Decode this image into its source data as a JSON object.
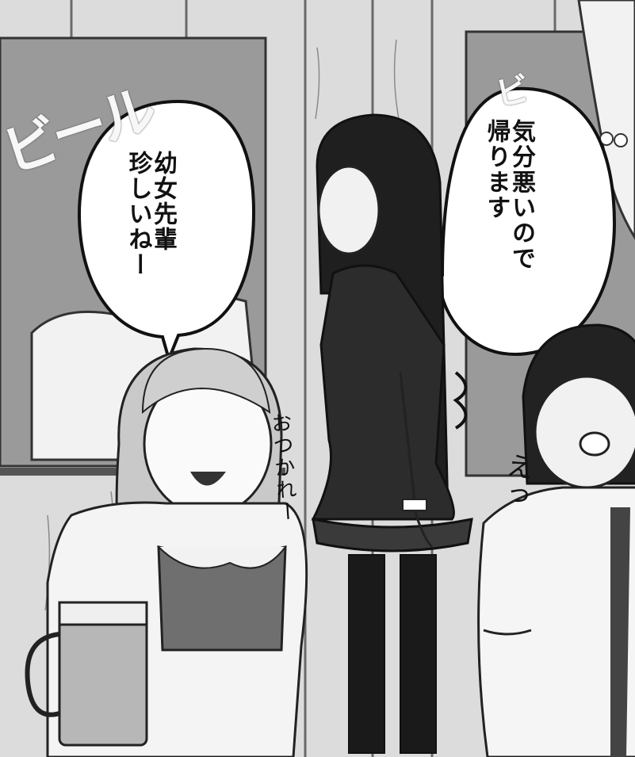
{
  "panel": {
    "speech": {
      "bubble_left": "幼女先輩\n珍しいねー",
      "bubble_right": "気分悪いので\n帰ります"
    },
    "sfx": {
      "otsukare": "おつかれー",
      "e": "えっ"
    },
    "poster": {
      "left_text": "ビール",
      "right_text": "ビ"
    }
  }
}
